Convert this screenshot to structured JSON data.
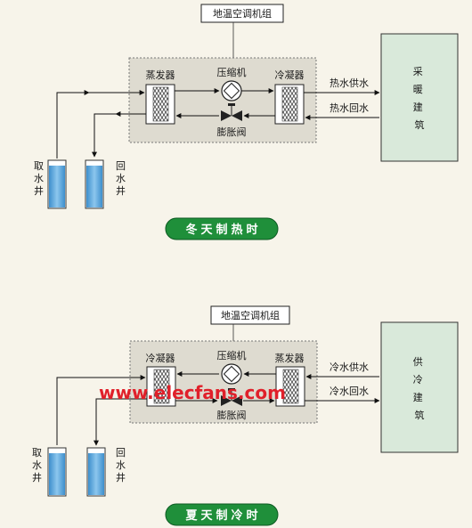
{
  "colors": {
    "background": "#f7f4ea",
    "unit_box_fill": "#dedbd0",
    "building_fill": "#d9e9da",
    "badge_fill": "#1f8f3a",
    "well_water": "#5fa9dc",
    "watermark": "#e0202a",
    "line": "#111111"
  },
  "winter": {
    "unit_title": "地温空调机组",
    "evaporator": "蒸发器",
    "compressor": "压缩机",
    "condenser": "冷凝器",
    "expansion_valve": "膨胀阀",
    "hot_supply": "热水供水",
    "hot_return": "热水回水",
    "building": "采暖建筑",
    "intake_well": "取水井",
    "return_well": "回水井",
    "mode_label": "冬天制热时"
  },
  "summer": {
    "unit_title": "地温空调机组",
    "condenser": "冷凝器",
    "compressor": "压缩机",
    "evaporator": "蒸发器",
    "expansion_valve": "膨胀阀",
    "cold_supply": "冷水供水",
    "cold_return": "冷水回水",
    "building": "供冷建筑",
    "intake_well": "取水井",
    "return_well": "回水井",
    "mode_label": "夏天制冷时"
  },
  "watermark": "www.elecfans.com"
}
